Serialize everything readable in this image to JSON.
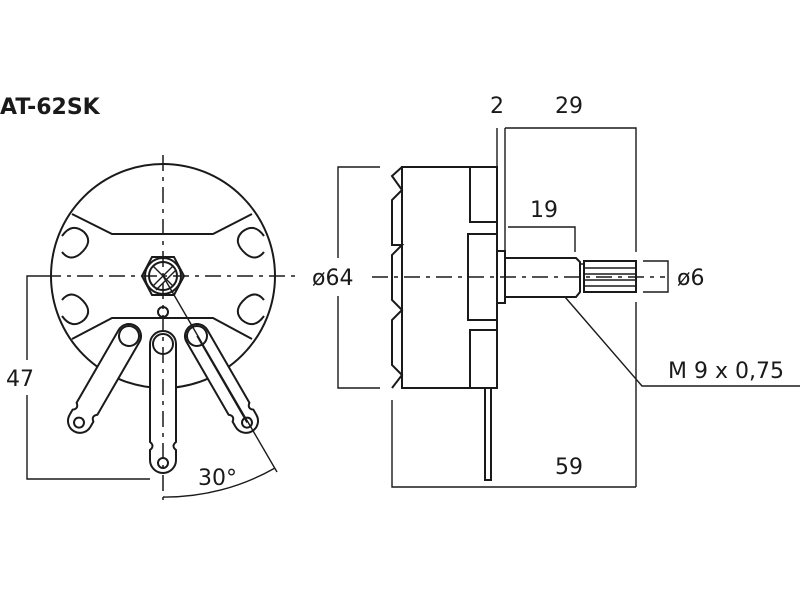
{
  "title": "AT-62SK",
  "dimensions": {
    "height_47": "47",
    "angle": "30°",
    "diameter_body": "ø64",
    "gap": "2",
    "shaft_length": "29",
    "thread_length": "19",
    "shaft_diameter": "ø6",
    "thread": "M 9 x 0,75",
    "total_length": "59"
  }
}
